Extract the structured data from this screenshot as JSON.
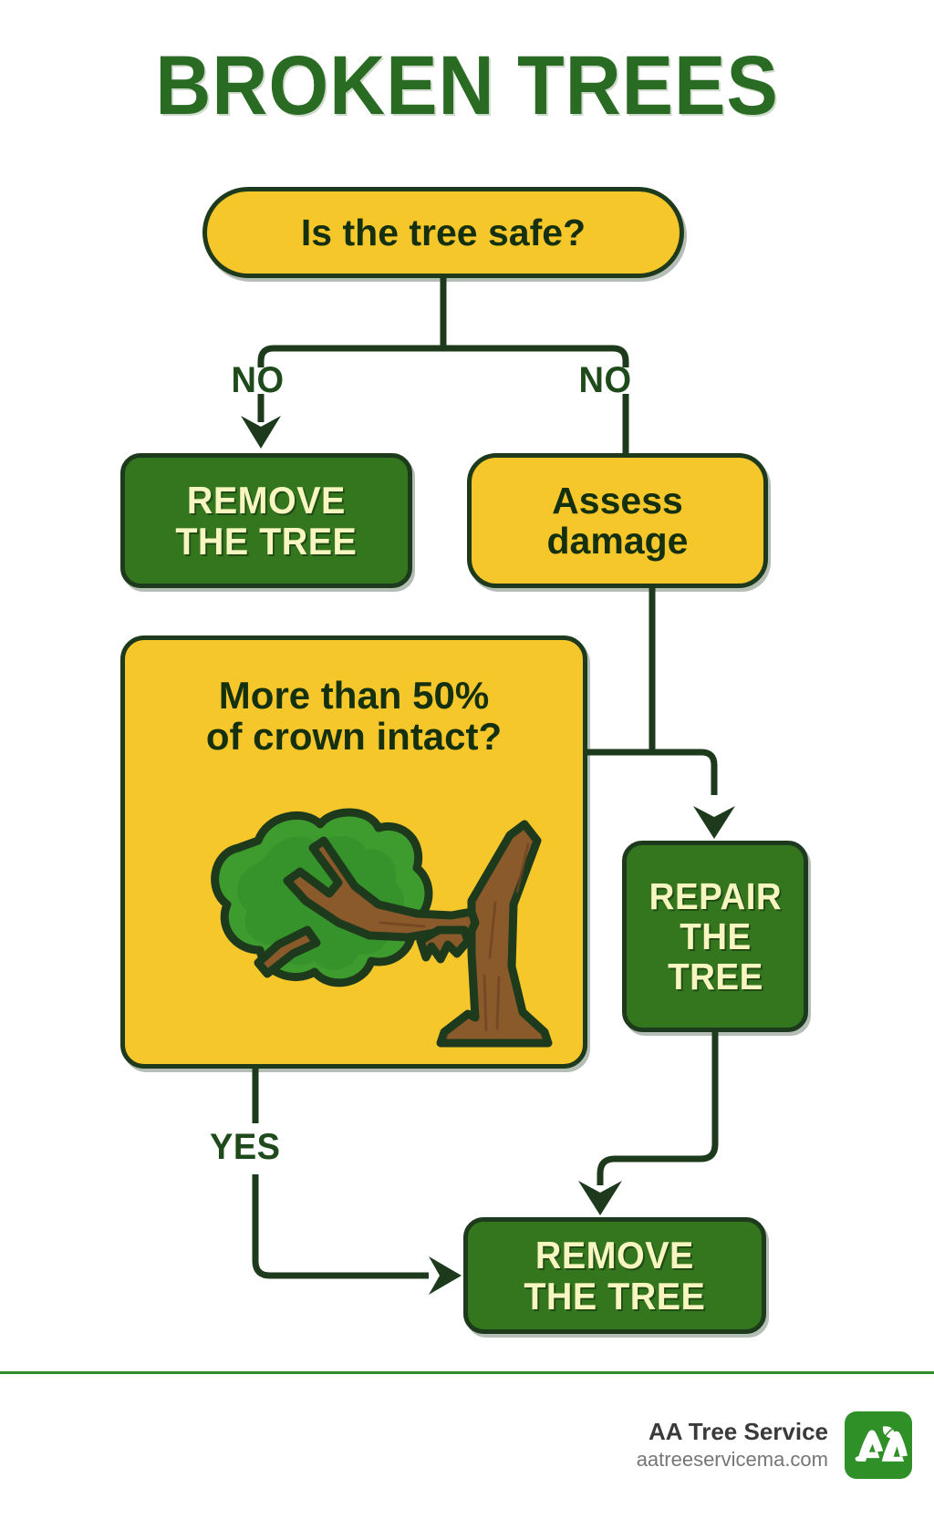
{
  "poster": {
    "title": "BROKEN TREES",
    "background": "#ffffff",
    "colors": {
      "title_green": "#2A6B23",
      "node_yellow": "#F6C72A",
      "node_green": "#33761E",
      "border_dark_green": "#1E3A1C",
      "cream_text": "#F8F6C0",
      "edge_label_green": "#1E4A1C",
      "footer_rule_green": "#2E8B28",
      "logo_green": "#2E9026",
      "foliage_green": "#3E9B2E",
      "trunk_brown": "#8A5A2B"
    }
  },
  "flowchart": {
    "nodes": [
      {
        "id": "safe",
        "label": "Is the tree safe?",
        "shape": "pill",
        "style": "yellow"
      },
      {
        "id": "remove1",
        "label": "REMOVE\nTHE TREE",
        "shape": "rounded",
        "style": "green"
      },
      {
        "id": "assess",
        "label": "Assess\ndamage",
        "shape": "rounded",
        "style": "yellow"
      },
      {
        "id": "crown",
        "label": "More than 50%\nof crown intact?",
        "shape": "rounded",
        "style": "yellow",
        "has_illustration": true
      },
      {
        "id": "repair",
        "label": "REPAIR\nTHE\nTREE",
        "shape": "rounded",
        "style": "green"
      },
      {
        "id": "remove2",
        "label": "REMOVE\nTHE TREE",
        "shape": "rounded",
        "style": "green"
      }
    ],
    "edge_labels": {
      "no_left": "NO",
      "no_right": "NO",
      "yes": "YES"
    },
    "illustration": {
      "name": "broken-tree-illustration",
      "description": "Cartoon tree with green crown and a broken brown trunk branch"
    }
  },
  "footer": {
    "brand": "AA Tree Service",
    "url": "aatreeservicema.com",
    "logo_text": "AA"
  }
}
